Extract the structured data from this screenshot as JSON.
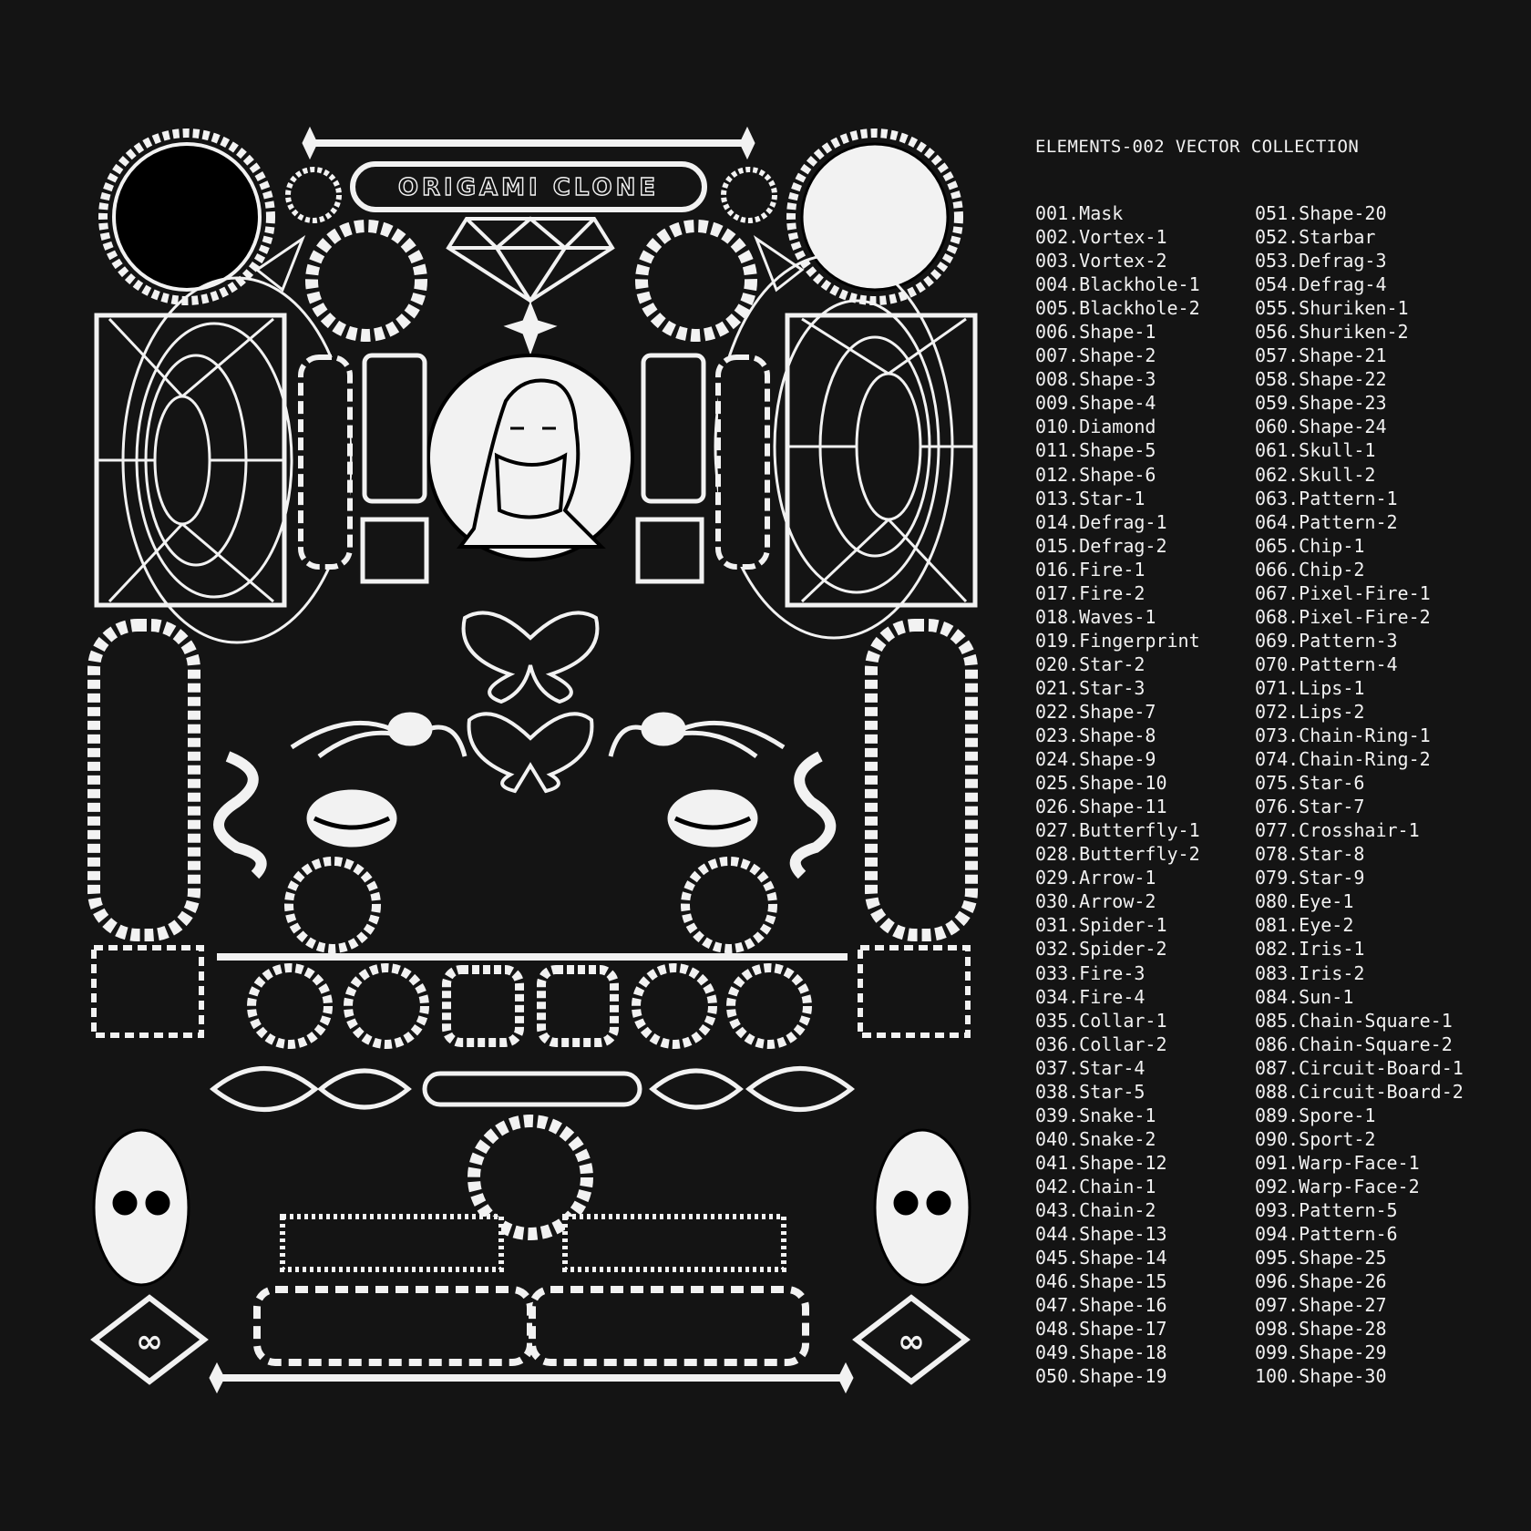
{
  "palette": {
    "background": "#141414",
    "ink": "#f2f2f2",
    "line": "#000000"
  },
  "collection": {
    "title": "ELEMENTS-002 VECTOR COLLECTION",
    "brand": "ORIGAMI CLONE",
    "items": [
      "001.Mask",
      "002.Vortex-1",
      "003.Vortex-2",
      "004.Blackhole-1",
      "005.Blackhole-2",
      "006.Shape-1",
      "007.Shape-2",
      "008.Shape-3",
      "009.Shape-4",
      "010.Diamond",
      "011.Shape-5",
      "012.Shape-6",
      "013.Star-1",
      "014.Defrag-1",
      "015.Defrag-2",
      "016.Fire-1",
      "017.Fire-2",
      "018.Waves-1",
      "019.Fingerprint",
      "020.Star-2",
      "021.Star-3",
      "022.Shape-7",
      "023.Shape-8",
      "024.Shape-9",
      "025.Shape-10",
      "026.Shape-11",
      "027.Butterfly-1",
      "028.Butterfly-2",
      "029.Arrow-1",
      "030.Arrow-2",
      "031.Spider-1",
      "032.Spider-2",
      "033.Fire-3",
      "034.Fire-4",
      "035.Collar-1",
      "036.Collar-2",
      "037.Star-4",
      "038.Star-5",
      "039.Snake-1",
      "040.Snake-2",
      "041.Shape-12",
      "042.Chain-1",
      "043.Chain-2",
      "044.Shape-13",
      "045.Shape-14",
      "046.Shape-15",
      "047.Shape-16",
      "048.Shape-17",
      "049.Shape-18",
      "050.Shape-19",
      "051.Shape-20",
      "052.Starbar",
      "053.Defrag-3",
      "054.Defrag-4",
      "055.Shuriken-1",
      "056.Shuriken-2",
      "057.Shape-21",
      "058.Shape-22",
      "059.Shape-23",
      "060.Shape-24",
      "061.Skull-1",
      "062.Skull-2",
      "063.Pattern-1",
      "064.Pattern-2",
      "065.Chip-1",
      "066.Chip-2",
      "067.Pixel-Fire-1",
      "068.Pixel-Fire-2",
      "069.Pattern-3",
      "070.Pattern-4",
      "071.Lips-1",
      "072.Lips-2",
      "073.Chain-Ring-1",
      "074.Chain-Ring-2",
      "075.Star-6",
      "076.Star-7",
      "077.Crosshair-1",
      "078.Star-8",
      "079.Star-9",
      "080.Eye-1",
      "081.Eye-2",
      "082.Iris-1",
      "083.Iris-2",
      "084.Sun-1",
      "085.Chain-Square-1",
      "086.Chain-Square-2",
      "087.Circuit-Board-1",
      "088.Circuit-Board-2",
      "089.Spore-1",
      "090.Sport-2",
      "091.Warp-Face-1",
      "092.Warp-Face-2",
      "093.Pattern-5",
      "094.Pattern-6",
      "095.Shape-25",
      "096.Shape-26",
      "097.Shape-27",
      "098.Shape-28",
      "099.Shape-29",
      "100.Shape-30"
    ]
  },
  "artwork": {
    "chain_ring_count": 6,
    "icons": [
      "mask-face-icon",
      "vortex-icon",
      "blackhole-icon",
      "diamond-icon",
      "fingerprint-icon",
      "butterfly-icon",
      "spider-icon",
      "lips-icon",
      "snake-icon",
      "skull-icon",
      "eye-icon",
      "chip-icon",
      "star-icon",
      "fire-icon",
      "chain-ring-icon"
    ]
  }
}
